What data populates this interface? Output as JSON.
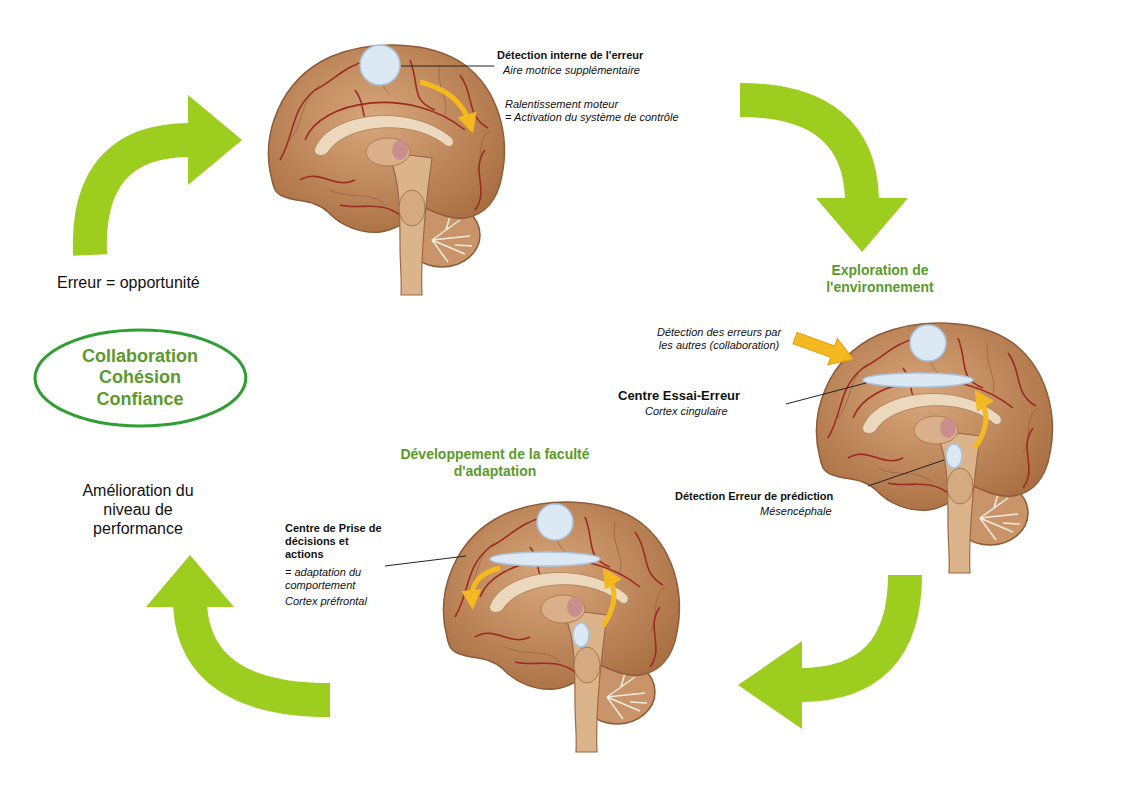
{
  "diagram": {
    "nodes": [
      {
        "text": [
          "Collaboration Cohésion Confiance"
        ]
      }
    ],
    "labels": [
      "Détection interne de l'erreur",
      "Aire motrice supplémentaire",
      "Ralentissement moteur",
      "= Activation du système de contrôle",
      "Exploration de l'environnement",
      "Détection des erreurs par les autres (collaboration)",
      "Centre Essai-Erreur",
      "Cortex cingulaire",
      "Détection Erreur de prédiction",
      "Mésencéphale",
      "Erreur = opportunité",
      "Développement de la faculté d'adaptation",
      "Centre de Prise de décisions et actions",
      "= adaptation du comportement",
      "Cortex préfrontal",
      "Amélioration du niveau de performance"
    ]
  }
}
